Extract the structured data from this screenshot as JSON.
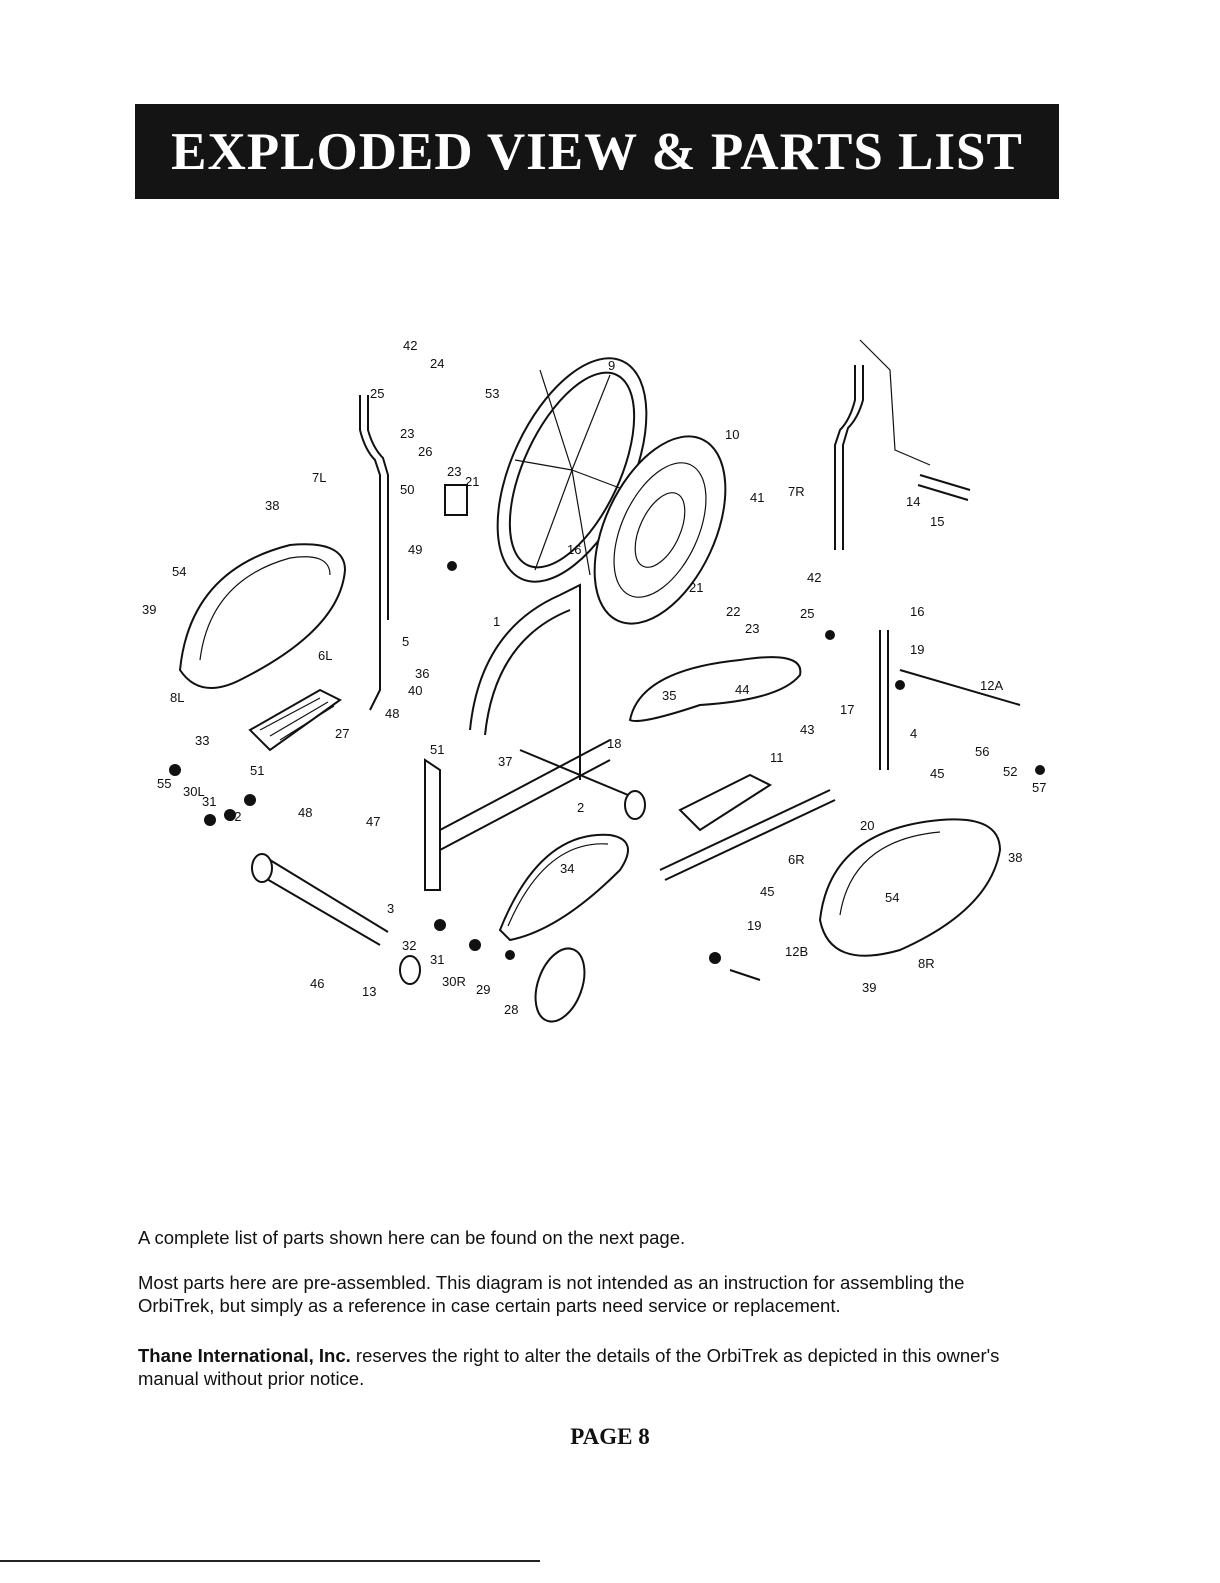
{
  "header": {
    "title": "EXPLODED VIEW & PARTS LIST"
  },
  "diagram": {
    "part_labels": [
      "1",
      "2",
      "3",
      "4",
      "5",
      "6L",
      "6R",
      "7L",
      "7R",
      "8L",
      "8R",
      "9",
      "10",
      "11",
      "12A",
      "12B",
      "13",
      "14",
      "15",
      "16",
      "17",
      "18",
      "19",
      "20",
      "21",
      "22",
      "23",
      "24",
      "25",
      "26",
      "27",
      "28",
      "29",
      "30L",
      "30R",
      "31",
      "32",
      "33",
      "34",
      "35",
      "36",
      "37",
      "38",
      "39",
      "40",
      "41",
      "42",
      "43",
      "44",
      "45",
      "46",
      "47",
      "48",
      "49",
      "50",
      "51",
      "52",
      "53",
      "54",
      "55",
      "56",
      "57"
    ]
  },
  "body": {
    "para1": "A complete list of parts shown here can be found on the next page.",
    "para2": "Most parts here are pre-assembled.  This diagram is not intended as an instruction for assembling the OrbiTrek, but simply as a reference in case certain parts need service or replacement.",
    "para3_bold": "Thane International, Inc.",
    "para3_rest": " reserves the right to alter the details of the OrbiTrek as depicted in this owner's manual without prior notice."
  },
  "footer": {
    "page": "PAGE 8"
  }
}
